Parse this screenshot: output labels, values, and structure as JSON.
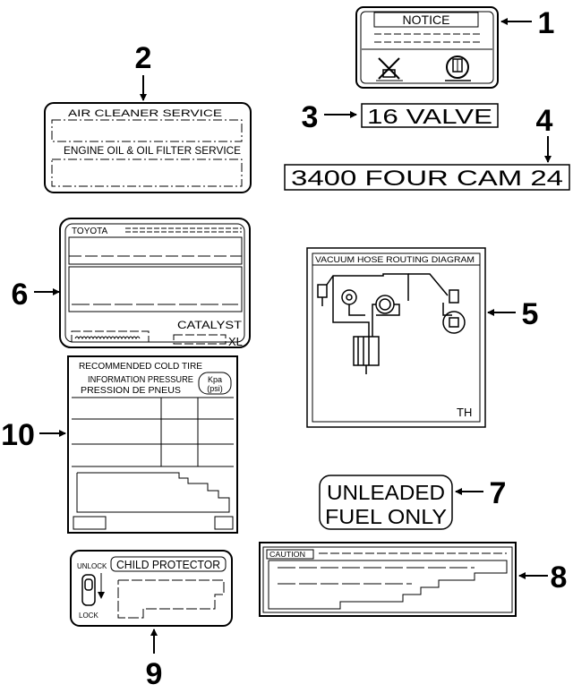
{
  "callouts": [
    "1",
    "2",
    "3",
    "4",
    "5",
    "6",
    "7",
    "8",
    "9",
    "10"
  ],
  "labels": {
    "notice": {
      "title": "NOTICE"
    },
    "service": {
      "line1": "AIR CLEANER SERVICE",
      "line2": "ENGINE OIL & OIL FILTER SERVICE"
    },
    "valve": {
      "text": "16 VALVE"
    },
    "fourcam": {
      "text": "3400 FOUR CAM 24"
    },
    "vacuum": {
      "title": "VACUUM HOSE ROUTING DIAGRAM",
      "code": "TH"
    },
    "emission": {
      "brand": "TOYOTA",
      "catalyst": "CATALYST",
      "code": "XL"
    },
    "fuel": {
      "line1": "UNLEADED",
      "line2": "FUEL ONLY"
    },
    "caution": {
      "title": "CAUTION"
    },
    "child": {
      "title": "CHILD PROTECTOR",
      "unlock": "UNLOCK",
      "lock": "LOCK"
    },
    "tire": {
      "line1": "RECOMMENDED COLD TIRE",
      "line2": "INFORMATION PRESSURE",
      "line3": "PRESSION DE PNEUS",
      "unit1": "Kpa",
      "unit2": "(psi)"
    }
  }
}
